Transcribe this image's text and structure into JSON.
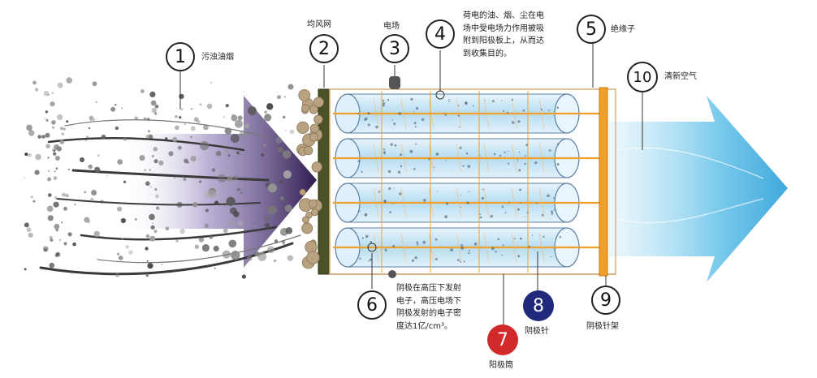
{
  "colors": {
    "polluted": "#5a3d8a",
    "polluted_dark": "#2d1a4d",
    "clean": "#4fb3df",
    "tube": "#c9e6f6",
    "electrode": "#f0a02a",
    "cathode_needle": "#1f2a7a",
    "cathode_tube": "#d22a2a"
  },
  "markers": [
    {
      "id": "1",
      "style": "outline"
    },
    {
      "id": "2",
      "style": "outline"
    },
    {
      "id": "3",
      "style": "outline"
    },
    {
      "id": "4",
      "style": "outline"
    },
    {
      "id": "5",
      "style": "outline"
    },
    {
      "id": "6",
      "style": "outline"
    },
    {
      "id": "7",
      "style": "filled",
      "color": "#d22a2a"
    },
    {
      "id": "8",
      "style": "filled",
      "color": "#1f2a7a"
    },
    {
      "id": "9",
      "style": "outline"
    },
    {
      "id": "10",
      "style": "outline"
    }
  ],
  "labels": {
    "polluted_smoke": "污浊油烟",
    "baffle": "均风网",
    "field": "电场",
    "insulator": "绝缘子",
    "clean_air": "清新空气",
    "cathode_frame": "阴极针架",
    "cathode_needle": "阴极针",
    "cathode_tube": "阳极筒"
  },
  "descriptions": {
    "charged_particles": [
      "荷电的油、烟、尘在电",
      "场中受电场力作用被吸",
      "附到阳极板上，从而达",
      "到收集目的。"
    ],
    "cathode_emission": [
      "阴极在高压下发射",
      "电子，高压电场下",
      "阴极发射的电子密",
      "度达1亿/cm³。"
    ]
  }
}
